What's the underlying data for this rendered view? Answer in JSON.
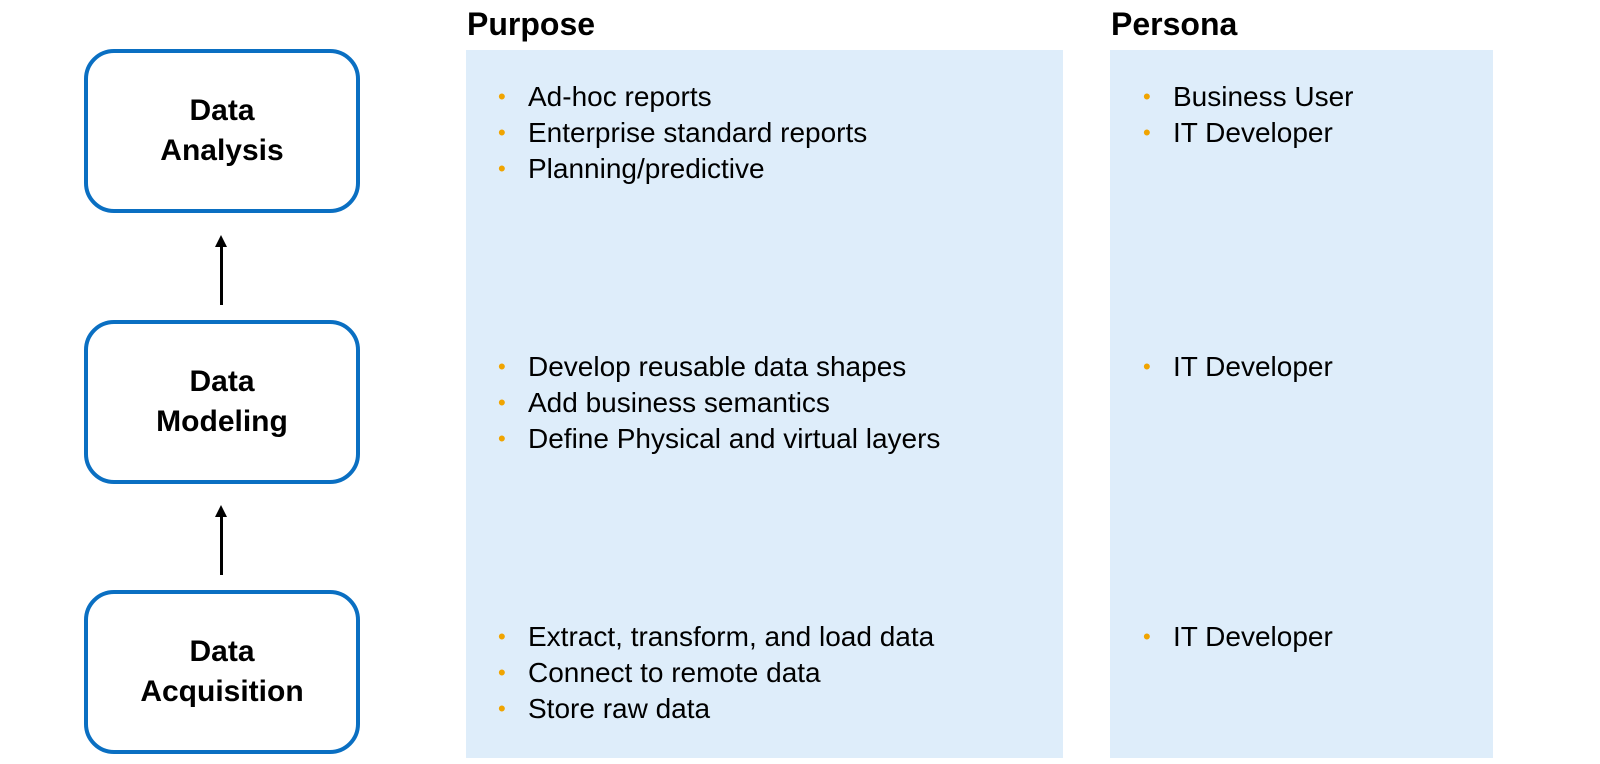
{
  "stages": [
    {
      "label": "Data\nAnalysis"
    },
    {
      "label": "Data\nModeling"
    },
    {
      "label": "Data\nAcquisition"
    }
  ],
  "headers": {
    "purpose": "Purpose",
    "persona": "Persona"
  },
  "rows": [
    {
      "purpose": [
        "Ad-hoc reports",
        "Enterprise standard reports",
        "Planning/predictive"
      ],
      "persona": [
        "Business User",
        "IT Developer"
      ]
    },
    {
      "purpose": [
        "Develop reusable data shapes",
        "Add business semantics",
        "Define Physical and virtual layers"
      ],
      "persona": [
        "IT Developer"
      ]
    },
    {
      "purpose": [
        "Extract, transform, and load data",
        "Connect to remote data",
        "Store raw data"
      ],
      "persona": [
        "IT Developer"
      ]
    }
  ],
  "colors": {
    "box_border": "#0a6fc2",
    "panel_fill": "#deedfa",
    "bullet": "#f0a400"
  }
}
